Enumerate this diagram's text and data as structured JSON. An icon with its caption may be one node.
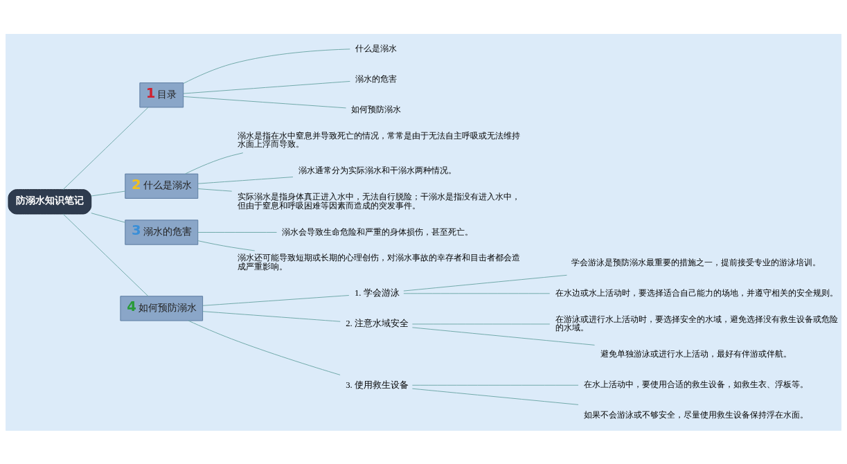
{
  "diagram": {
    "nodes": [
      {
        "text": [
          "防溺水知识笔记"
        ]
      },
      {
        "text": [
          "1",
          "目录"
        ]
      },
      {
        "text": [
          "2",
          "什么是溺水"
        ]
      },
      {
        "text": [
          "3",
          "溺水的危害"
        ]
      },
      {
        "text": [
          "4",
          "如何预防溺水"
        ]
      },
      {
        "text": [
          "什么是溺水"
        ]
      },
      {
        "text": [
          "溺水的危害"
        ]
      },
      {
        "text": [
          "如何预防溺水"
        ]
      },
      {
        "text": [
          "溺水是指在水中窒息并导致死亡的情况，常常是由于无法自主呼吸或无法维持水面上浮而导致。"
        ]
      },
      {
        "text": [
          "溺水通常分为实际溺水和干溺水两种情况。"
        ]
      },
      {
        "text": [
          "实际溺水是指身体真正进入水中，无法自行脱险；干溺水是指没有进入水中，但由于窒息和呼吸困难等因素而造成的突发事件。"
        ]
      },
      {
        "text": [
          "溺水会导致生命危险和严重的身体损伤，甚至死亡。"
        ]
      },
      {
        "text": [
          "溺水还可能导致短期或长期的心理创伤，对溺水事故的幸存者和目击者都会造成严重影响。"
        ]
      },
      {
        "text": [
          "1. 学会游泳"
        ]
      },
      {
        "text": [
          "学会游泳是预防溺水最重要的措施之一，提前接受专业的游泳培训。"
        ]
      },
      {
        "text": [
          "在水边或水上活动时，要选择适合自己能力的场地，并遵守相关的安全规则。"
        ]
      },
      {
        "text": [
          "2. 注意水域安全"
        ]
      },
      {
        "text": [
          "在游泳或进行水上活动时，要选择安全的水域，避免选择没有救生设备或危险的水域。"
        ]
      },
      {
        "text": [
          "避免单独游泳或进行水上活动，最好有伴游或伴航。"
        ]
      },
      {
        "text": [
          "3. 使用救生设备"
        ]
      },
      {
        "text": [
          "在水上活动中，要使用合适的救生设备，如救生衣、浮板等。"
        ]
      },
      {
        "text": [
          "如果不会游泳或不够安全，尽量使用救生设备保持浮在水面。"
        ]
      }
    ],
    "edges": [
      {
        "from": 0,
        "to": 1,
        "arrow": "none"
      },
      {
        "from": 1,
        "to": 5,
        "arrow": "none"
      },
      {
        "from": 1,
        "to": 6,
        "arrow": "none"
      },
      {
        "from": 1,
        "to": 7,
        "arrow": "none"
      },
      {
        "from": 0,
        "to": 2,
        "arrow": "none"
      },
      {
        "from": 2,
        "to": 8,
        "arrow": "none"
      },
      {
        "from": 2,
        "to": 9,
        "arrow": "none"
      },
      {
        "from": 2,
        "to": 10,
        "arrow": "none"
      },
      {
        "from": 0,
        "to": 3,
        "arrow": "none"
      },
      {
        "from": 3,
        "to": 11,
        "arrow": "none"
      },
      {
        "from": 3,
        "to": 12,
        "arrow": "none"
      },
      {
        "from": 0,
        "to": 4,
        "arrow": "none"
      },
      {
        "from": 4,
        "to": 13,
        "arrow": "none"
      },
      {
        "from": 13,
        "to": 14,
        "arrow": "none"
      },
      {
        "from": 13,
        "to": 15,
        "arrow": "none"
      },
      {
        "from": 4,
        "to": 16,
        "arrow": "none"
      },
      {
        "from": 16,
        "to": 17,
        "arrow": "none"
      },
      {
        "from": 16,
        "to": 18,
        "arrow": "none"
      },
      {
        "from": 4,
        "to": 19,
        "arrow": "none"
      },
      {
        "from": 19,
        "to": 20,
        "arrow": "none"
      },
      {
        "from": 19,
        "to": 21,
        "arrow": "none"
      }
    ]
  }
}
